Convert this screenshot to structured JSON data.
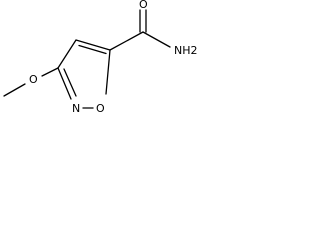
{
  "molecule": {
    "atom_labels": {
      "methoxy_oxygen": "O",
      "ring_nitrogen": "N",
      "ring_oxygen": "O",
      "carbonyl_oxygen": "O",
      "amide_group": "NH2"
    }
  }
}
